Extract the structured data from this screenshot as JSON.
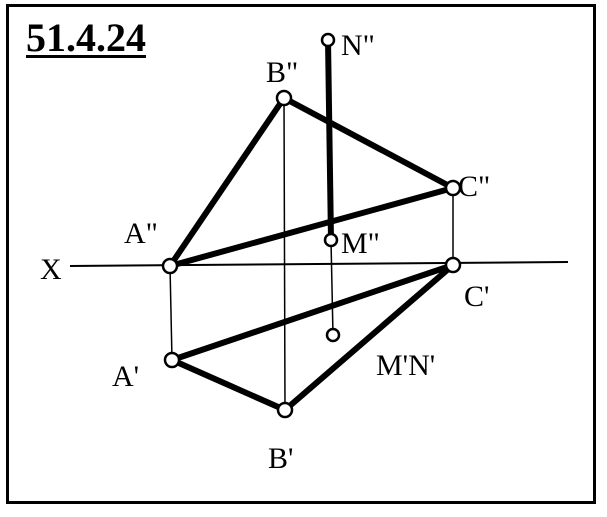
{
  "title": "51.4.24",
  "axis_label": "X",
  "labels": {
    "A2": "A\"",
    "B2": "B\"",
    "C2": "C\"",
    "M2": "M\"",
    "N2": "N\"",
    "A1": "A'",
    "B1": "B'",
    "C1": "C'",
    "MN1": "M'N'"
  },
  "colors": {
    "ink": "#000000",
    "paper": "#ffffff"
  }
}
